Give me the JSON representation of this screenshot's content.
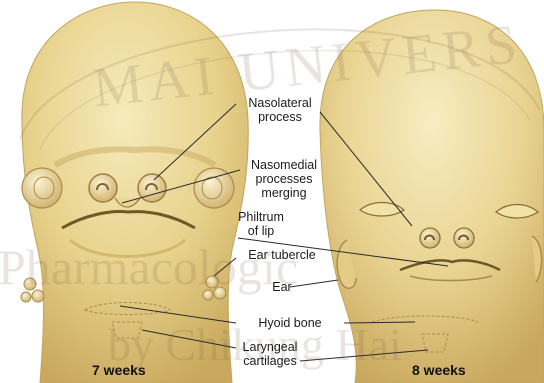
{
  "figure": {
    "left_caption": "7 weeks",
    "right_caption": "8 weeks",
    "labels": {
      "nasolateral": [
        "Nasolateral",
        "process"
      ],
      "nasomedial": [
        "Nasomedial",
        "processes",
        "merging"
      ],
      "philtrum": [
        "Philtrum",
        "of lip"
      ],
      "ear_tubercle": "Ear tubercle",
      "ear": "Ear",
      "hyoid": "Hyoid bone",
      "laryngeal": [
        "Laryngeal",
        "cartilages"
      ]
    }
  },
  "watermark": {
    "arc_text": "MAI UNIVERS",
    "lower_text": "Pharmacologic",
    "bottom_text": "by Chikung Hai"
  },
  "colors": {
    "skin": "#e8d28c",
    "skin_light": "#f3e6b0",
    "skin_shadow": "#c7a85c",
    "line": "#2a2a2a"
  }
}
